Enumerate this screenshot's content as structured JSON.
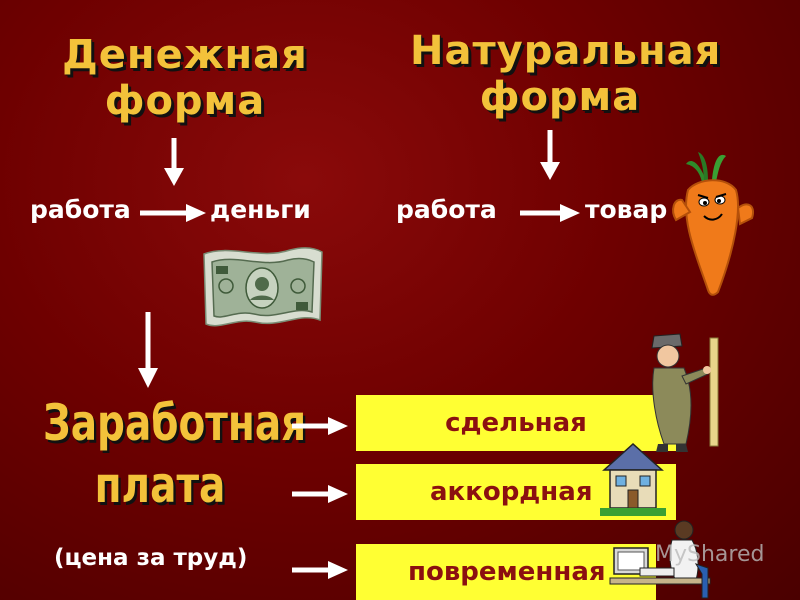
{
  "money_form": {
    "line1": "Денежная",
    "line2": "форма"
  },
  "natural_form": {
    "line1": "Натуральная",
    "line2": "форма"
  },
  "money_flow": {
    "from": "работа",
    "to": "деньги"
  },
  "natural_flow": {
    "from": "работа",
    "to": "товар"
  },
  "wages": {
    "line1": "Заработная",
    "line2": "плата",
    "note": "(цена за труд)"
  },
  "wage_types": [
    {
      "label": "сдельная"
    },
    {
      "label": "аккордная"
    },
    {
      "label": "повременная"
    }
  ],
  "watermark": "MyShared",
  "colors": {
    "background": "#6e0000",
    "heading": "#f3c23a",
    "box": "#ffff33",
    "box_text": "#8b1010"
  }
}
